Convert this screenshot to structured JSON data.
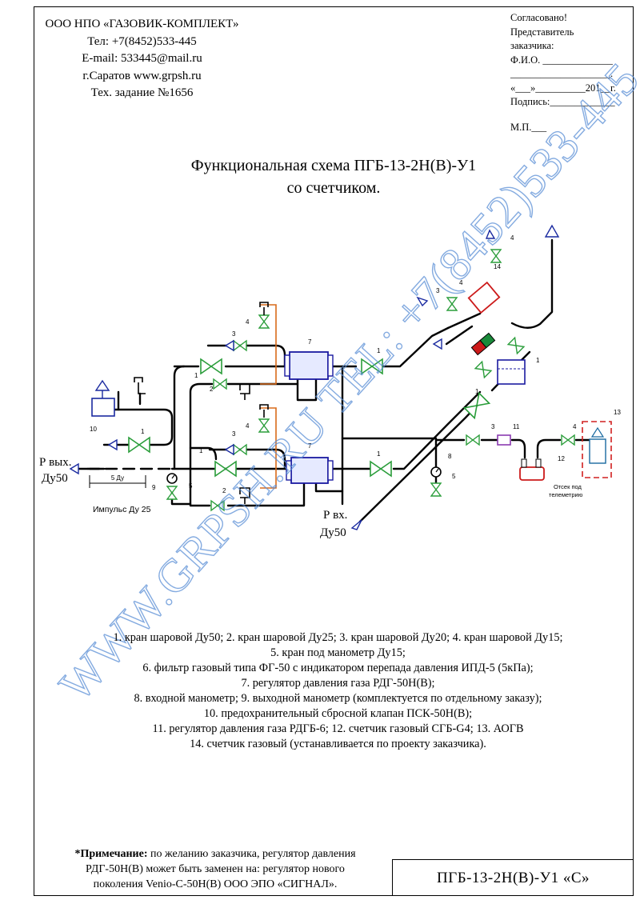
{
  "company": {
    "name": "ООО НПО «ГАЗОВИК-КОМПЛЕКТ»",
    "phone": "Тел: +7(8452)533-445",
    "email": "E-mail: 533445@mail.ru",
    "city_site": "г.Саратов  www.grpsh.ru",
    "task": "Тех. задание №1656"
  },
  "approval": {
    "line1": "Согласовано!",
    "line2": "Представитель",
    "line3": "заказчика:",
    "line4": "Ф.И.О. ______________",
    "line5": "____________________.",
    "line6": "«___»__________201__г.",
    "line7": "Подпись:_____________",
    "line8": "М.П.___"
  },
  "title": {
    "line1": "Функциональная схема ПГБ-13-2Н(В)-У1",
    "line2": "со счетчиком."
  },
  "diagram": {
    "outlet_label": "Р вых.",
    "outlet_size": "Ду50",
    "inlet_label": "Р вх.",
    "inlet_size": "Ду50",
    "dim_label": "5 Ду",
    "impulse_label": "Импульс Ду 25",
    "telemetry_label_1": "Отсек под",
    "telemetry_label_2": "телеметрию",
    "numbers": {
      "n1": "1",
      "n2": "2",
      "n3": "3",
      "n4": "4",
      "n5": "5",
      "n7": "7",
      "n8": "8",
      "n9": "9",
      "n10": "10",
      "n11": "11",
      "n12": "12",
      "n13": "13",
      "n14": "14"
    },
    "colors": {
      "pipe": "#000000",
      "valve": "#2a9d3a",
      "filter": "#1a1aa0",
      "impulse": "#d86a1a",
      "meter": "#cc1a1a",
      "relief": "#1a2aa0",
      "aogv": "#d02020",
      "watermark": "#5b8fd6"
    }
  },
  "legend": {
    "line1": "1. кран шаровой Ду50; 2. кран шаровой Ду25; 3. кран шаровой Ду20; 4. кран шаровой Ду15;",
    "line2": "5. кран под манометр Ду15;",
    "line3": "6. фильтр газовый типа ФГ-50 с индикатором перепада давления ИПД-5 (5кПа);",
    "line4": "7. регулятор давления газа РДГ-50Н(В);",
    "line5": "8. входной манометр; 9. выходной манометр (комплектуется по отдельному заказу);",
    "line6": "10. предохранительный сбросной клапан ПСК-50Н(В);",
    "line7": "11. регулятор давления газа РДГБ-6; 12. счетчик газовый СГБ-G4; 13. АОГВ",
    "line8": "14. счетчик газовый (устанавливается по проекту заказчика)."
  },
  "note": {
    "prefix": "*Примечание:",
    "text1": " по желанию заказчика, регулятор давления",
    "text2": "РДГ-50Н(В) может быть заменен на: регулятор нового",
    "text3": "поколения Venio-C-50Н(В) ООО ЭПО «СИГНАЛ»."
  },
  "stamp": "ПГБ-13-2Н(В)-У1 «С»",
  "watermark": "WWW.GRPSH.RU TEL: +7(8452)533-445"
}
